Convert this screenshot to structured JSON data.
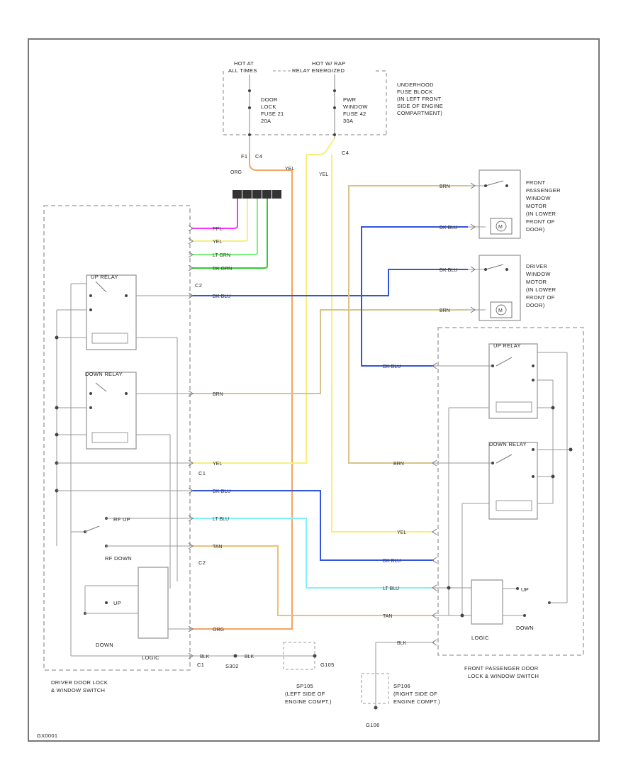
{
  "fuse_block": {
    "hot1": [
      "HOT AT",
      "ALL TIMES"
    ],
    "hot2": [
      "HOT W/ RAP",
      "RELAY ENERGIZED"
    ],
    "fuse1": [
      "DOOR",
      "LOCK",
      "FUSE 21",
      "20A"
    ],
    "fuse2": [
      "PWR",
      "WINDOW",
      "FUSE 42",
      "30A"
    ],
    "desc": [
      "UNDERHOOD",
      "FUSE BLOCK",
      "(IN LEFT FRONT",
      "SIDE OF ENGINE",
      "COMPARTMENT)"
    ],
    "pin_f1": "F1",
    "pin_c4a": "C4",
    "pin_c4b": "C4"
  },
  "motors": {
    "passenger": [
      "FRONT",
      "PASSENGER",
      "WINDOW",
      "MOTOR",
      "(IN LOWER",
      "FRONT OF",
      "DOOR)"
    ],
    "driver": [
      "DRIVER",
      "WINDOW",
      "MOTOR",
      "(IN LOWER",
      "FRONT OF",
      "DOOR)"
    ],
    "m_symbol": "M"
  },
  "wires": {
    "org": "ORG",
    "yel": "YEL",
    "yel2": "YEL",
    "ppl": "PPL",
    "lt_grn": "LT GRN",
    "dk_grn": "DK GRN",
    "dk_blu": "DK BLU",
    "brn": "BRN",
    "lt_blu": "LT BLU",
    "tan": "TAN",
    "blk": "BLK"
  },
  "driver_switch": {
    "up_relay": "UP RELAY",
    "down_relay": "DOWN RELAY",
    "rf_up": "RF UP",
    "rf_down": "RF DOWN",
    "up": "UP",
    "down": "DOWN",
    "logic": "LOGIC",
    "c1": "C1",
    "c2": "C2",
    "c2b": "C2",
    "c1b": "C1",
    "title": [
      "DRIVER DOOR LOCK",
      "& WINDOW SWITCH"
    ]
  },
  "passenger_switch": {
    "up_relay": "UP RELAY",
    "down_relay": "DOWN RELAY",
    "up": "UP",
    "down": "DOWN",
    "logic": "LOGIC",
    "title": [
      "FRONT PASSENGER DOOR",
      "LOCK & WINDOW SWITCH"
    ]
  },
  "grounds": {
    "s302": "S302",
    "g105": "G105",
    "g106": "G106",
    "sp105": [
      "SP105",
      "(LEFT SIDE OF",
      "ENGINE COMPT.)"
    ],
    "sp106": [
      "SP106",
      "(RIGHT SIDE OF",
      "ENGINE COMPT.)"
    ]
  },
  "footer_code": "GX0001",
  "colors": {
    "orange": "#f4a460",
    "yellow": "#f6f07a",
    "pink": "#ff33ff",
    "light_green": "#79f279",
    "dark_green": "#2ecc2e",
    "blue": "#3355dd",
    "brown": "#d8c48a",
    "tan": "#e9c274",
    "cyan": "#7ff0ff",
    "gray": "#b0b0b0"
  }
}
